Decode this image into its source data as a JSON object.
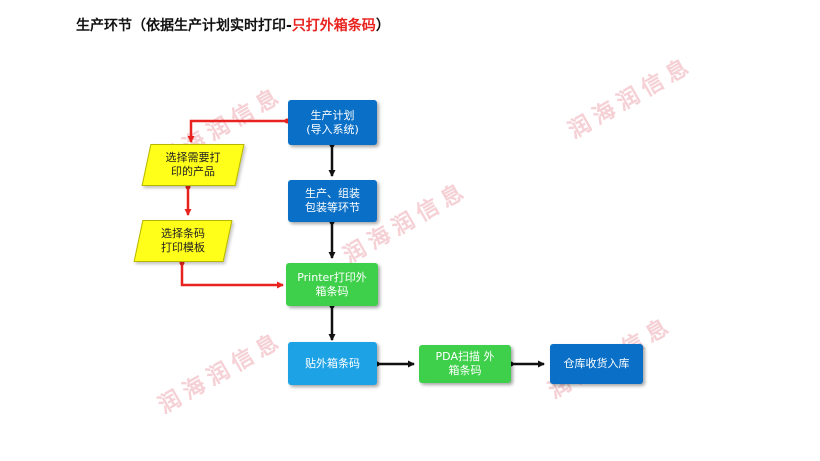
{
  "title": {
    "main": "生产环节（依据生产计划实时打印-",
    "highlight": "只打外箱条码",
    "end": "）"
  },
  "watermark": "润海润信息",
  "nodes": {
    "plan": "生产计划\n(导入系统)",
    "assemble": "生产、组装\n包装等环节",
    "print": "Printer打印外\n箱条码",
    "attach": "贴外箱条码",
    "pda": "PDA扫描 外\n箱条码",
    "store": "仓库收货入库",
    "select_product": "选择需要打\n印的产品",
    "select_template": "选择条码\n打印模板"
  },
  "colors": {
    "blue": "#0a6fc6",
    "light_blue": "#1ea2e6",
    "green": "#3fd04b",
    "yellow": "#ffff1a",
    "red_arrow": "#e8231f",
    "black_arrow": "#111111"
  }
}
